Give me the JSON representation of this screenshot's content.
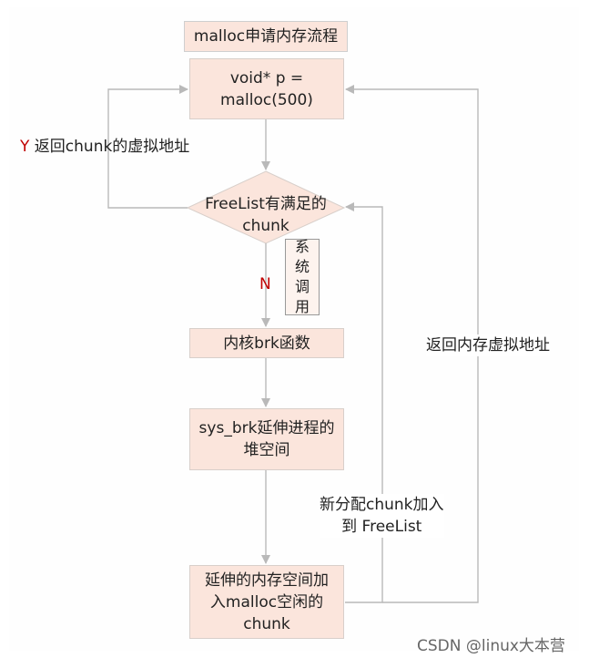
{
  "title": "malloc申请内存流程",
  "nodes": {
    "malloc_call": {
      "line1": "void* p =",
      "line2": "malloc(500)"
    },
    "decision": {
      "line1": "FreeList有满足的",
      "line2": "chunk"
    },
    "brk": "内核brk函数",
    "sys_brk": {
      "line1": "sys_brk延伸进程的",
      "line2": "堆空间"
    },
    "extend": {
      "line1": "延伸的内存空间加",
      "line2": "入malloc空闲的",
      "line3": "chunk"
    }
  },
  "labels": {
    "yes_mark": "Y",
    "yes_text": "返回chunk的虚拟地址",
    "no_mark": "N",
    "syscall": [
      "系",
      "统",
      "调",
      "用"
    ],
    "return_addr": "返回内存虚拟地址",
    "new_chunk": {
      "line1": "新分配chunk加入",
      "line2": "到 FreeList"
    }
  },
  "watermark": "CSDN @linux大本营",
  "colors": {
    "box_fill": "#fbe5dc",
    "line": "#b9b9b9",
    "yes_no": "#c00000"
  }
}
